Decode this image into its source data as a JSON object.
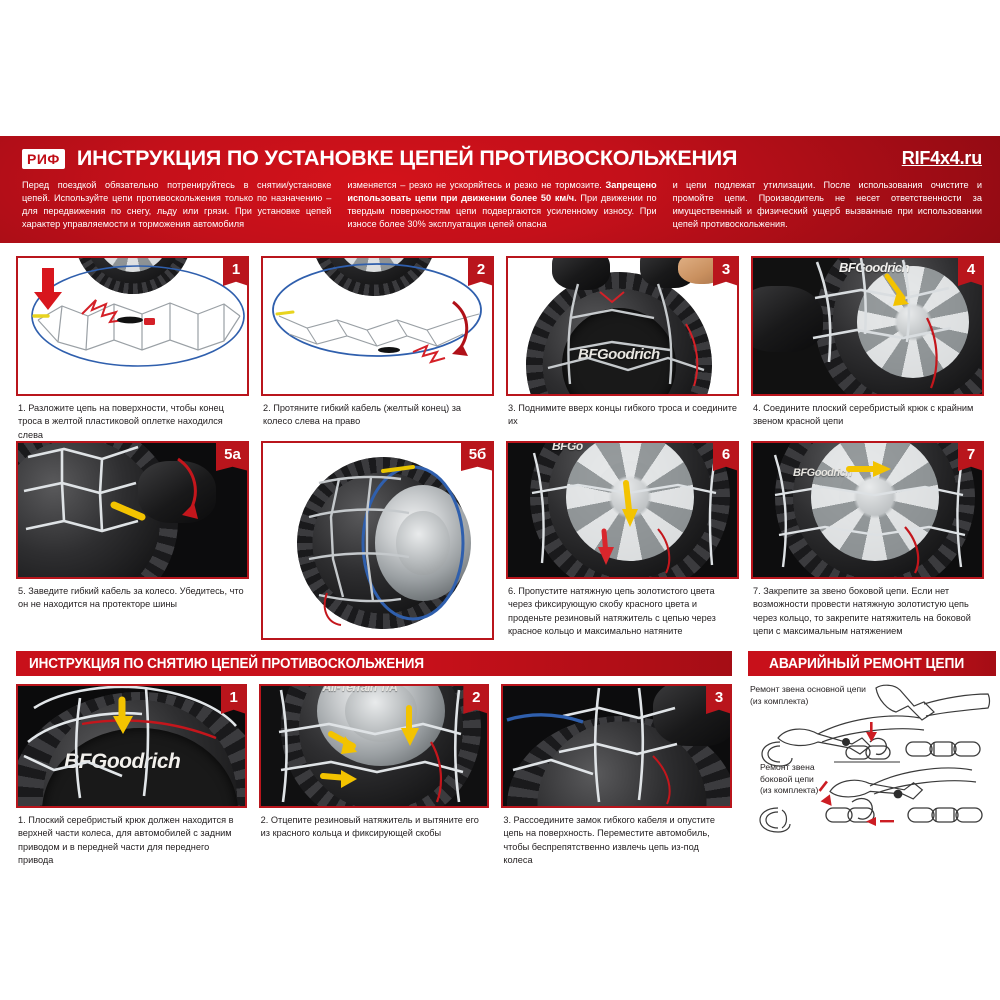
{
  "header": {
    "logo_text": "РИФ",
    "title": "ИНСТРУКЦИЯ ПО УСТАНОВКЕ ЦЕПЕЙ ПРОТИВОСКОЛЬЖЕНИЯ",
    "url": "RIF4x4.ru",
    "intro_col1": "Перед поездкой обязательно потренируйтесь в снятии/установке цепей. Используйте цепи противоскольжения только по назначению – для передвижения по снегу, льду или грязи. При установке цепей характер управляемости и торможения автомобиля",
    "intro_col2_a": "изменяется – резко не ускоряйтесь и резко не тормозите. ",
    "intro_col2_b": "Запрещено использовать цепи при движении более 50 км/ч.",
    "intro_col2_c": " При движении по твердым поверхностям цепи подвергаются усиленному износу. При износе более 30% эксплуатация цепей опасна",
    "intro_col3": "и цепи подлежат утилизации. После использования очистите и промойте цепи. Производитель не несет ответственности за имущественный и физический ущерб вызванные при использовании цепей противоскольжения."
  },
  "install_steps_row1": [
    {
      "badge": "1",
      "caption": "1. Разложите цепь на поверхности, чтобы конец троса в желтой пластиковой оплетке находился слева"
    },
    {
      "badge": "2",
      "caption": "2. Протяните гибкий кабель (желтый конец) за колесо слева на право"
    },
    {
      "badge": "3",
      "caption": "3. Поднимите вверх концы гибкого троса и соедините их"
    },
    {
      "badge": "4",
      "caption": "4. Соедините плоский серебристый крюк с крайним звеном красной цепи"
    }
  ],
  "install_steps_row2": [
    {
      "badge": "5а",
      "caption": "5. Заведите гибкий кабель за колесо. Убедитесь, что он не находится на протекторе шины"
    },
    {
      "badge": "5б",
      "caption": ""
    },
    {
      "badge": "6",
      "caption": "6. Пропустите натяжную цепь золотистого цвета через фиксирующую скобу красного цвета и проденьте резиновый натяжитель с цепью через красное кольцо и максимально натяните"
    },
    {
      "badge": "7",
      "caption": "7. Закрепите за звено боковой цепи. Если нет возможности провести натяжную золотистую цепь через кольцо, то закрепите натяжитель на боковой цепи с максимальным натяжением"
    }
  ],
  "removal_section_title": "ИНСТРУКЦИЯ ПО СНЯТИЮ ЦЕПЕЙ ПРОТИВОСКОЛЬЖЕНИЯ",
  "repair_section_title": "АВАРИЙНЫЙ РЕМОНТ ЦЕПИ",
  "removal_steps": [
    {
      "badge": "1",
      "caption": "1. Плоский серебристый крюк должен находится в верхней части колеса, для автомобилей с задним приводом и в передней части для переднего привода"
    },
    {
      "badge": "2",
      "caption": "2. Отцепите резиновый натяжитель и вытяните его из красного кольца и фиксирующей скобы"
    },
    {
      "badge": "3",
      "caption": "3. Рассоедините замок гибкого кабеля и опустите цепь на поверхность. Переместите автомобиль, чтобы беспрепятственно извлечь цепь из-под колеса"
    }
  ],
  "repair": {
    "label_main": "Ремонт звена основной цепи\n(из комплекта)",
    "label_main_line1": "Ремонт звена основной цепи",
    "label_main_line2": "(из комплекта)",
    "label_side_line1": "Ремонт звена",
    "label_side_line2": "боковой цепи",
    "label_side_line3": "(из комплекта)"
  },
  "tire_brand": "BFGoodrich",
  "tire_model": "All-Terrain T/A",
  "colors": {
    "brand_red": "#c8101a",
    "border_red": "#b9151c",
    "dark_red": "#8d0a12",
    "yellow_arrow": "#ffd400",
    "red_arrow": "#e0131a",
    "blue_cable": "#2f5fad",
    "gold_chain": "#c8a03c",
    "text": "#231f20"
  }
}
